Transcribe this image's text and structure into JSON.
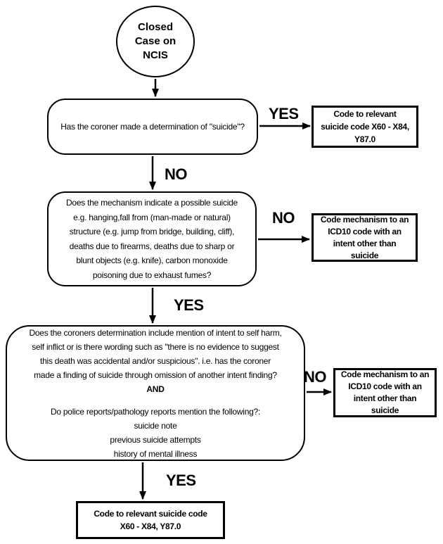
{
  "start": {
    "text": "Closed\nCase on\nNCIS"
  },
  "decisions": {
    "d1": "Has the coroner made a determination of \"suicide\"?",
    "d2": "Does the mechanism indicate a possible suicide\ne.g.  hanging,fall from (man-made or natural)\nstructure (e.g. jump from bridge,  building,  cliff),\ndeaths due to firearms, deaths due to sharp or\nblunt objects (e.g. knife), carbon monoxide\npoisoning due to exhaust fumes?",
    "d3_part1": "Does the coroners determination include mention of intent to self harm,\nself inflict or is there wording such as  \"there is no evidence to suggest\nthis death was accidental and/or suspicious\".  i.e. has the coroner\nmade a finding of suicide through omission of another intent finding?",
    "d3_connector": "AND",
    "d3_part2": "Do police reports/pathology reports mention the following?:\nsuicide note\nprevious suicide attempts\nhistory of mental illness"
  },
  "outcomes": {
    "suicide_code_right": "Code to relevant\nsuicide code X60 - X84,\nY87.0",
    "other_intent_mid": "Code mechanism to an\nICD10 code with an\nintent other than\nsuicide",
    "other_intent_low": "Code mechanism to an\nICD10 code with an\nintent other than\nsuicide",
    "suicide_code_final": "Code to relevant suicide code\nX60 - X84, Y87.0"
  },
  "labels": {
    "yes1": "YES",
    "no1": "NO",
    "no2": "NO",
    "yes2": "YES",
    "no3": "NO",
    "yes3": "YES"
  },
  "colors": {
    "ink": "#000000",
    "background": "#ffffff"
  }
}
